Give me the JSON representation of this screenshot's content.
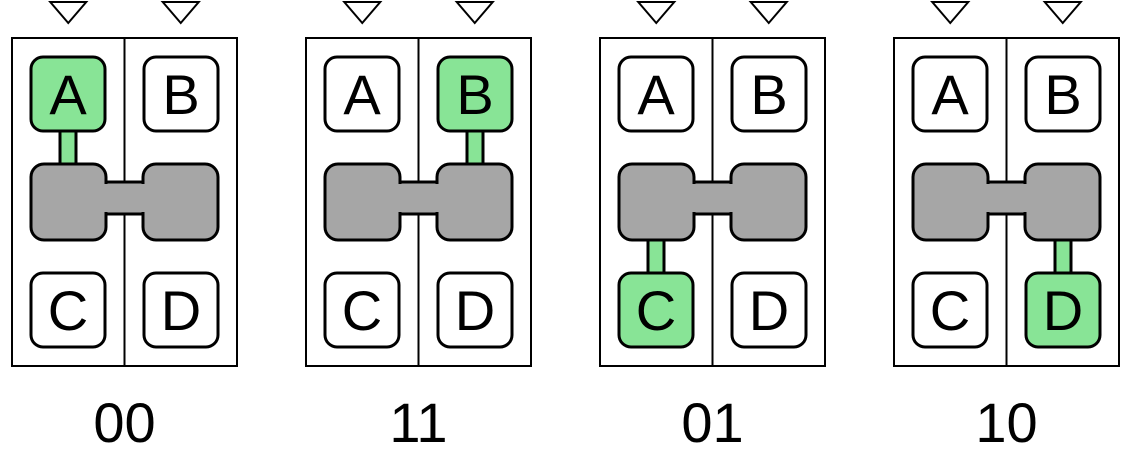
{
  "colors": {
    "background": "#ffffff",
    "outline": "#000000",
    "selected": "#88e496",
    "unselected": "#ffffff",
    "connector": "#a6a6a6"
  },
  "box_labels": [
    "A",
    "B",
    "C",
    "D"
  ],
  "panels": [
    {
      "code": "00",
      "selected": "A"
    },
    {
      "code": "11",
      "selected": "B"
    },
    {
      "code": "01",
      "selected": "C"
    },
    {
      "code": "10",
      "selected": "D"
    }
  ]
}
